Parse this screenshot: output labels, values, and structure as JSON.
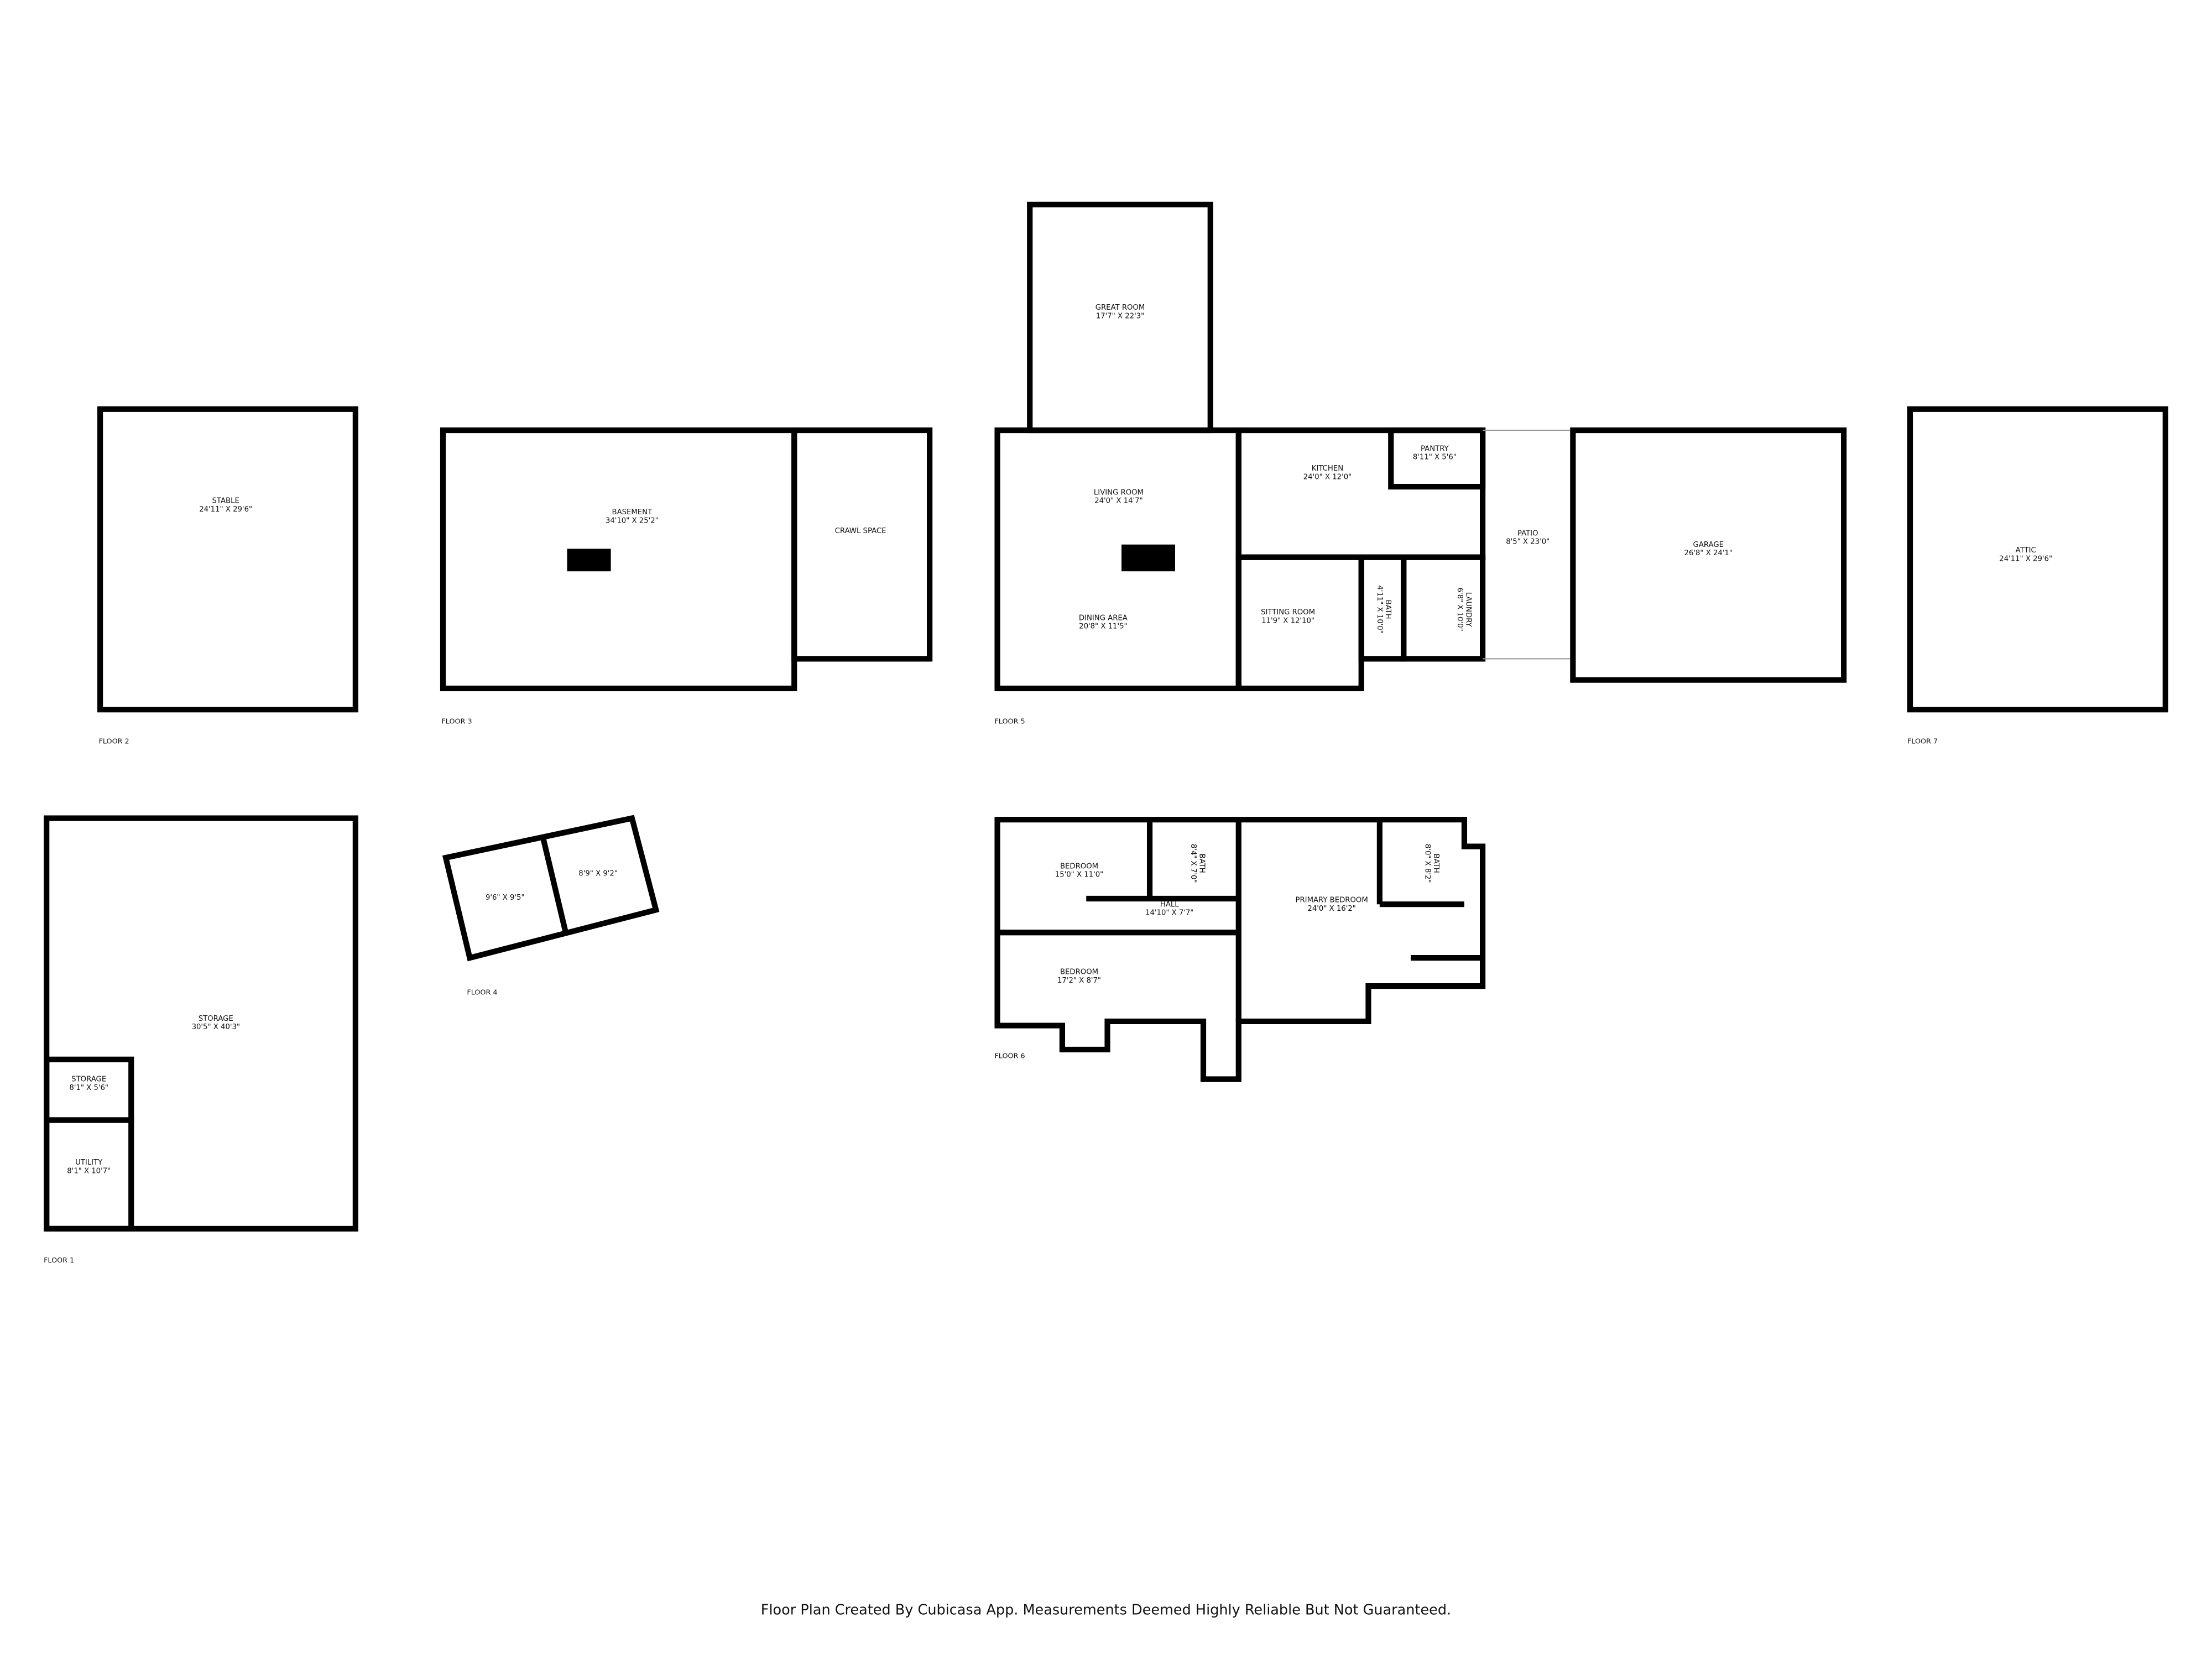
{
  "floors": {
    "floor1": {
      "label": "FLOOR 1",
      "rooms": [
        {
          "name": "STORAGE",
          "size": "30'5\" X 40'3\""
        },
        {
          "name": "STORAGE",
          "size": "8'1\" X 5'6\""
        },
        {
          "name": "UTILITY",
          "size": "8'1\" X 10'7\""
        }
      ]
    },
    "floor2": {
      "label": "FLOOR 2",
      "rooms": [
        {
          "name": "STABLE",
          "size": "24'11\" X 29'6\""
        }
      ]
    },
    "floor3": {
      "label": "FLOOR 3",
      "rooms": [
        {
          "name": "BASEMENT",
          "size": "34'10\" X 25'2\""
        },
        {
          "name": "CRAWL SPACE"
        }
      ]
    },
    "floor4": {
      "label": "FLOOR 4",
      "rooms": [
        {
          "size": "9'6\" X 9'5\""
        },
        {
          "size": "8'9\" X 9'2\""
        }
      ]
    },
    "floor5": {
      "label": "FLOOR 5",
      "rooms": [
        {
          "name": "GREAT ROOM",
          "size": "17'7\" X 22'3\""
        },
        {
          "name": "LIVING ROOM",
          "size": "24'0\" X 14'7\""
        },
        {
          "name": "DINING AREA",
          "size": "20'8\" X 11'5\""
        },
        {
          "name": "KITCHEN",
          "size": "24'0\" X 12'0\""
        },
        {
          "name": "PANTRY",
          "size": "8'11\" X 5'6\""
        },
        {
          "name": "SITTING ROOM",
          "size": "11'9\" X 12'10\""
        },
        {
          "name": "BATH",
          "size": "4'11\" X 10'0\""
        },
        {
          "name": "LAUNDRY",
          "size": "6'8\" X 10'0\""
        },
        {
          "name": "PATIO",
          "size": "8'5\" X 23'0\""
        },
        {
          "name": "GARAGE",
          "size": "26'8\" X 24'1\""
        }
      ]
    },
    "floor6": {
      "label": "FLOOR 6",
      "rooms": [
        {
          "name": "BEDROOM",
          "size": "15'0\" X 11'0\""
        },
        {
          "name": "BATH",
          "size": "8'4\" X 7'0\""
        },
        {
          "name": "HALL",
          "size": "14'10\" X 7'7\""
        },
        {
          "name": "PRIMARY BEDROOM",
          "size": "24'0\" X 16'2\""
        },
        {
          "name": "BATH",
          "size": "8'0\" X 8'2\""
        },
        {
          "name": "BEDROOM",
          "size": "17'2\" X 8'7\""
        }
      ]
    },
    "floor7": {
      "label": "FLOOR 7",
      "rooms": [
        {
          "name": "ATTIC",
          "size": "24'11\" X 29'6\""
        }
      ]
    }
  },
  "footer": "Floor Plan Created By Cubicasa App. Measurements Deemed Highly Reliable But Not Guaranteed.",
  "colors": {
    "wall": "#000000",
    "background": "#ffffff"
  }
}
